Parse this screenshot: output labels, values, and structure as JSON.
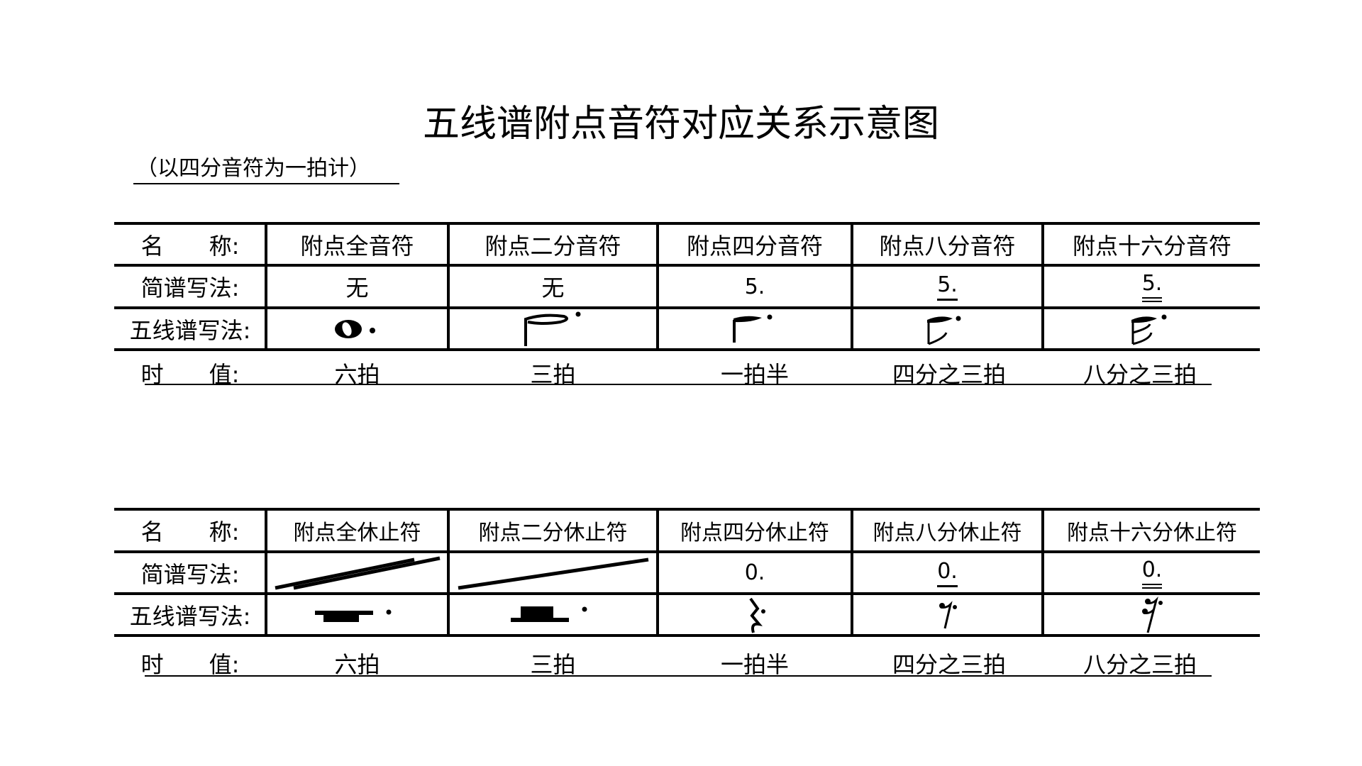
{
  "title": "五线谱附点音符对应关系示意图",
  "subtitle": "（以四分音符为一拍计）",
  "row_labels": {
    "name": "名　　称:",
    "jianpu": "简谱写法:",
    "staff": "五线谱写法:",
    "duration": "时　　值:"
  },
  "notes_table": {
    "names": [
      "附点全音符",
      "附点二分音符",
      "附点四分音符",
      "附点八分音符",
      "附点十六分音符"
    ],
    "jianpu": [
      "无",
      "无",
      "5.",
      "5.",
      "5."
    ],
    "staff_icons": [
      "dotted-whole-note-icon",
      "dotted-half-note-icon",
      "dotted-quarter-note-icon",
      "dotted-eighth-note-icon",
      "dotted-sixteenth-note-icon"
    ],
    "durations": [
      "六拍",
      "三拍",
      "一拍半",
      "四分之三拍",
      "八分之三拍"
    ]
  },
  "rests_table": {
    "names": [
      "附点全休止符",
      "附点二分休止符",
      "附点四分休止符",
      "附点八分休止符",
      "附点十六分休止符"
    ],
    "jianpu": [
      "//",
      "/",
      "0.",
      "0.",
      "0."
    ],
    "staff_icons": [
      "dotted-whole-rest-icon",
      "dotted-half-rest-icon",
      "dotted-quarter-rest-icon",
      "dotted-eighth-rest-icon",
      "dotted-sixteenth-rest-icon"
    ],
    "durations": [
      "六拍",
      "三拍",
      "一拍半",
      "四分之三拍",
      "八分之三拍"
    ]
  }
}
